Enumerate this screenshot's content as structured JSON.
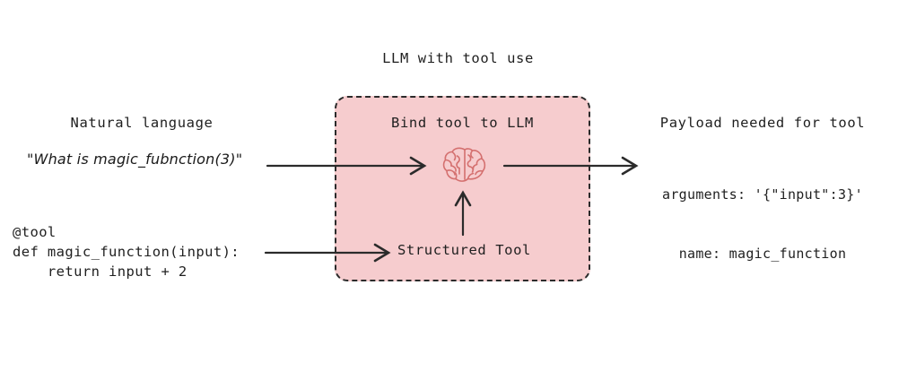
{
  "diagram": {
    "title": "LLM with tool use",
    "background_color": "#ffffff",
    "box": {
      "label": "Bind tool to LLM",
      "fill_color": "#f6ccce",
      "border_color": "#2b2b2b",
      "border_style": "dashed",
      "inner_label": "Structured Tool",
      "icon": "brain-icon",
      "icon_color": "#d4706f"
    },
    "left": {
      "heading": "Natural language",
      "quote": "\"What is magic_fubnction(3)\"",
      "code": "@tool\ndef magic_function(input):\n    return input + 2"
    },
    "right": {
      "heading": "Payload needed for tool",
      "payload_line_1": "arguments: '{\"input\":3}'",
      "payload_line_2": "name: magic_function"
    },
    "arrows": [
      {
        "name": "natural-language-to-llm",
        "direction": "right"
      },
      {
        "name": "llm-to-payload",
        "direction": "right"
      },
      {
        "name": "tool-code-to-structured-tool",
        "direction": "right"
      },
      {
        "name": "structured-tool-to-llm",
        "direction": "up"
      }
    ]
  }
}
